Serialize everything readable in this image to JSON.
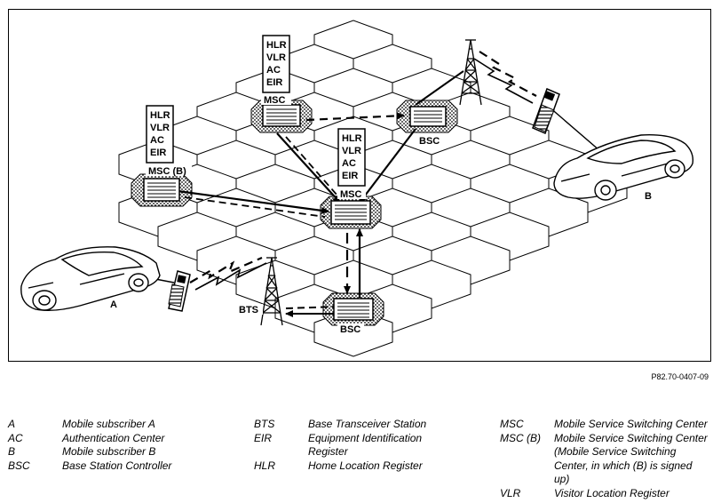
{
  "figure": {
    "labels": {
      "msc_top": "MSC",
      "msc_center": "MSC",
      "msc_b": "MSC (B)",
      "bsc_top": "BSC",
      "bsc_bottom": "BSC",
      "bts": "BTS",
      "subscriber_a": "A",
      "subscriber_b": "B"
    },
    "register_box": [
      "HLR",
      "VLR",
      "AC",
      "EIR"
    ],
    "reference": "P82.70-0407-09"
  },
  "legend": {
    "col1": [
      {
        "abbr": "A",
        "desc": "Mobile subscriber A"
      },
      {
        "abbr": "AC",
        "desc": "Authentication Center"
      },
      {
        "abbr": "B",
        "desc": "Mobile subscriber B"
      },
      {
        "abbr": "BSC",
        "desc": "Base Station Controller"
      }
    ],
    "col2": [
      {
        "abbr": "BTS",
        "desc": "Base Transceiver Station"
      },
      {
        "abbr": "EIR",
        "desc": "Equipment Identification",
        "desc2": "Register"
      },
      {
        "abbr": "HLR",
        "desc": "Home Location Register"
      }
    ],
    "col3": [
      {
        "abbr": "MSC",
        "desc": "Mobile Service Switching Center"
      },
      {
        "abbr": "MSC (B)",
        "desc": "Mobile Service Switching Center",
        "desc2": "(Mobile Service Switching",
        "desc3": "Center, in which (B) is signed",
        "desc4": "up)"
      },
      {
        "abbr": "VLR",
        "desc": "Visitor Location Register"
      }
    ]
  }
}
